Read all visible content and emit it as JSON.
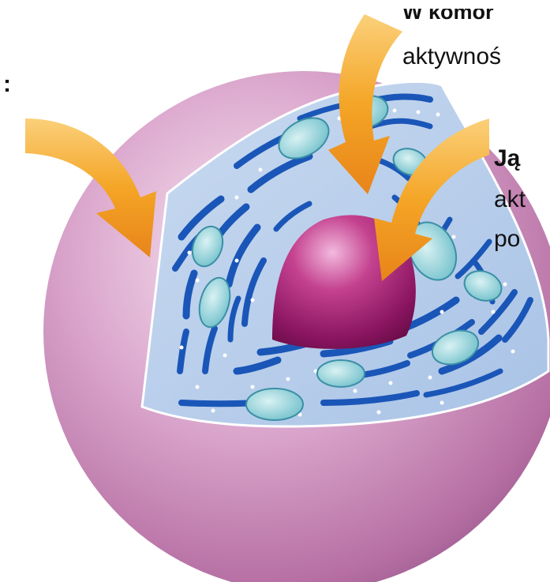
{
  "labels": {
    "top_heading": "W komor",
    "top_text": "aktywnoś",
    "left_colon": ":",
    "right_heading": "Ją",
    "right_text_1": "akt",
    "right_text_2": "po"
  },
  "colors": {
    "cell_membrane": "#c77fb3",
    "cytoplasm": "#b7cde9",
    "organelle_blue": "#1a56b8",
    "mitochondria": "#8ed0d8",
    "nucleus": "#9a1f68",
    "arrow_orange": "#f09a1c"
  },
  "icons": [
    "cell-illustration",
    "arrow-left",
    "arrow-top",
    "arrow-right"
  ]
}
